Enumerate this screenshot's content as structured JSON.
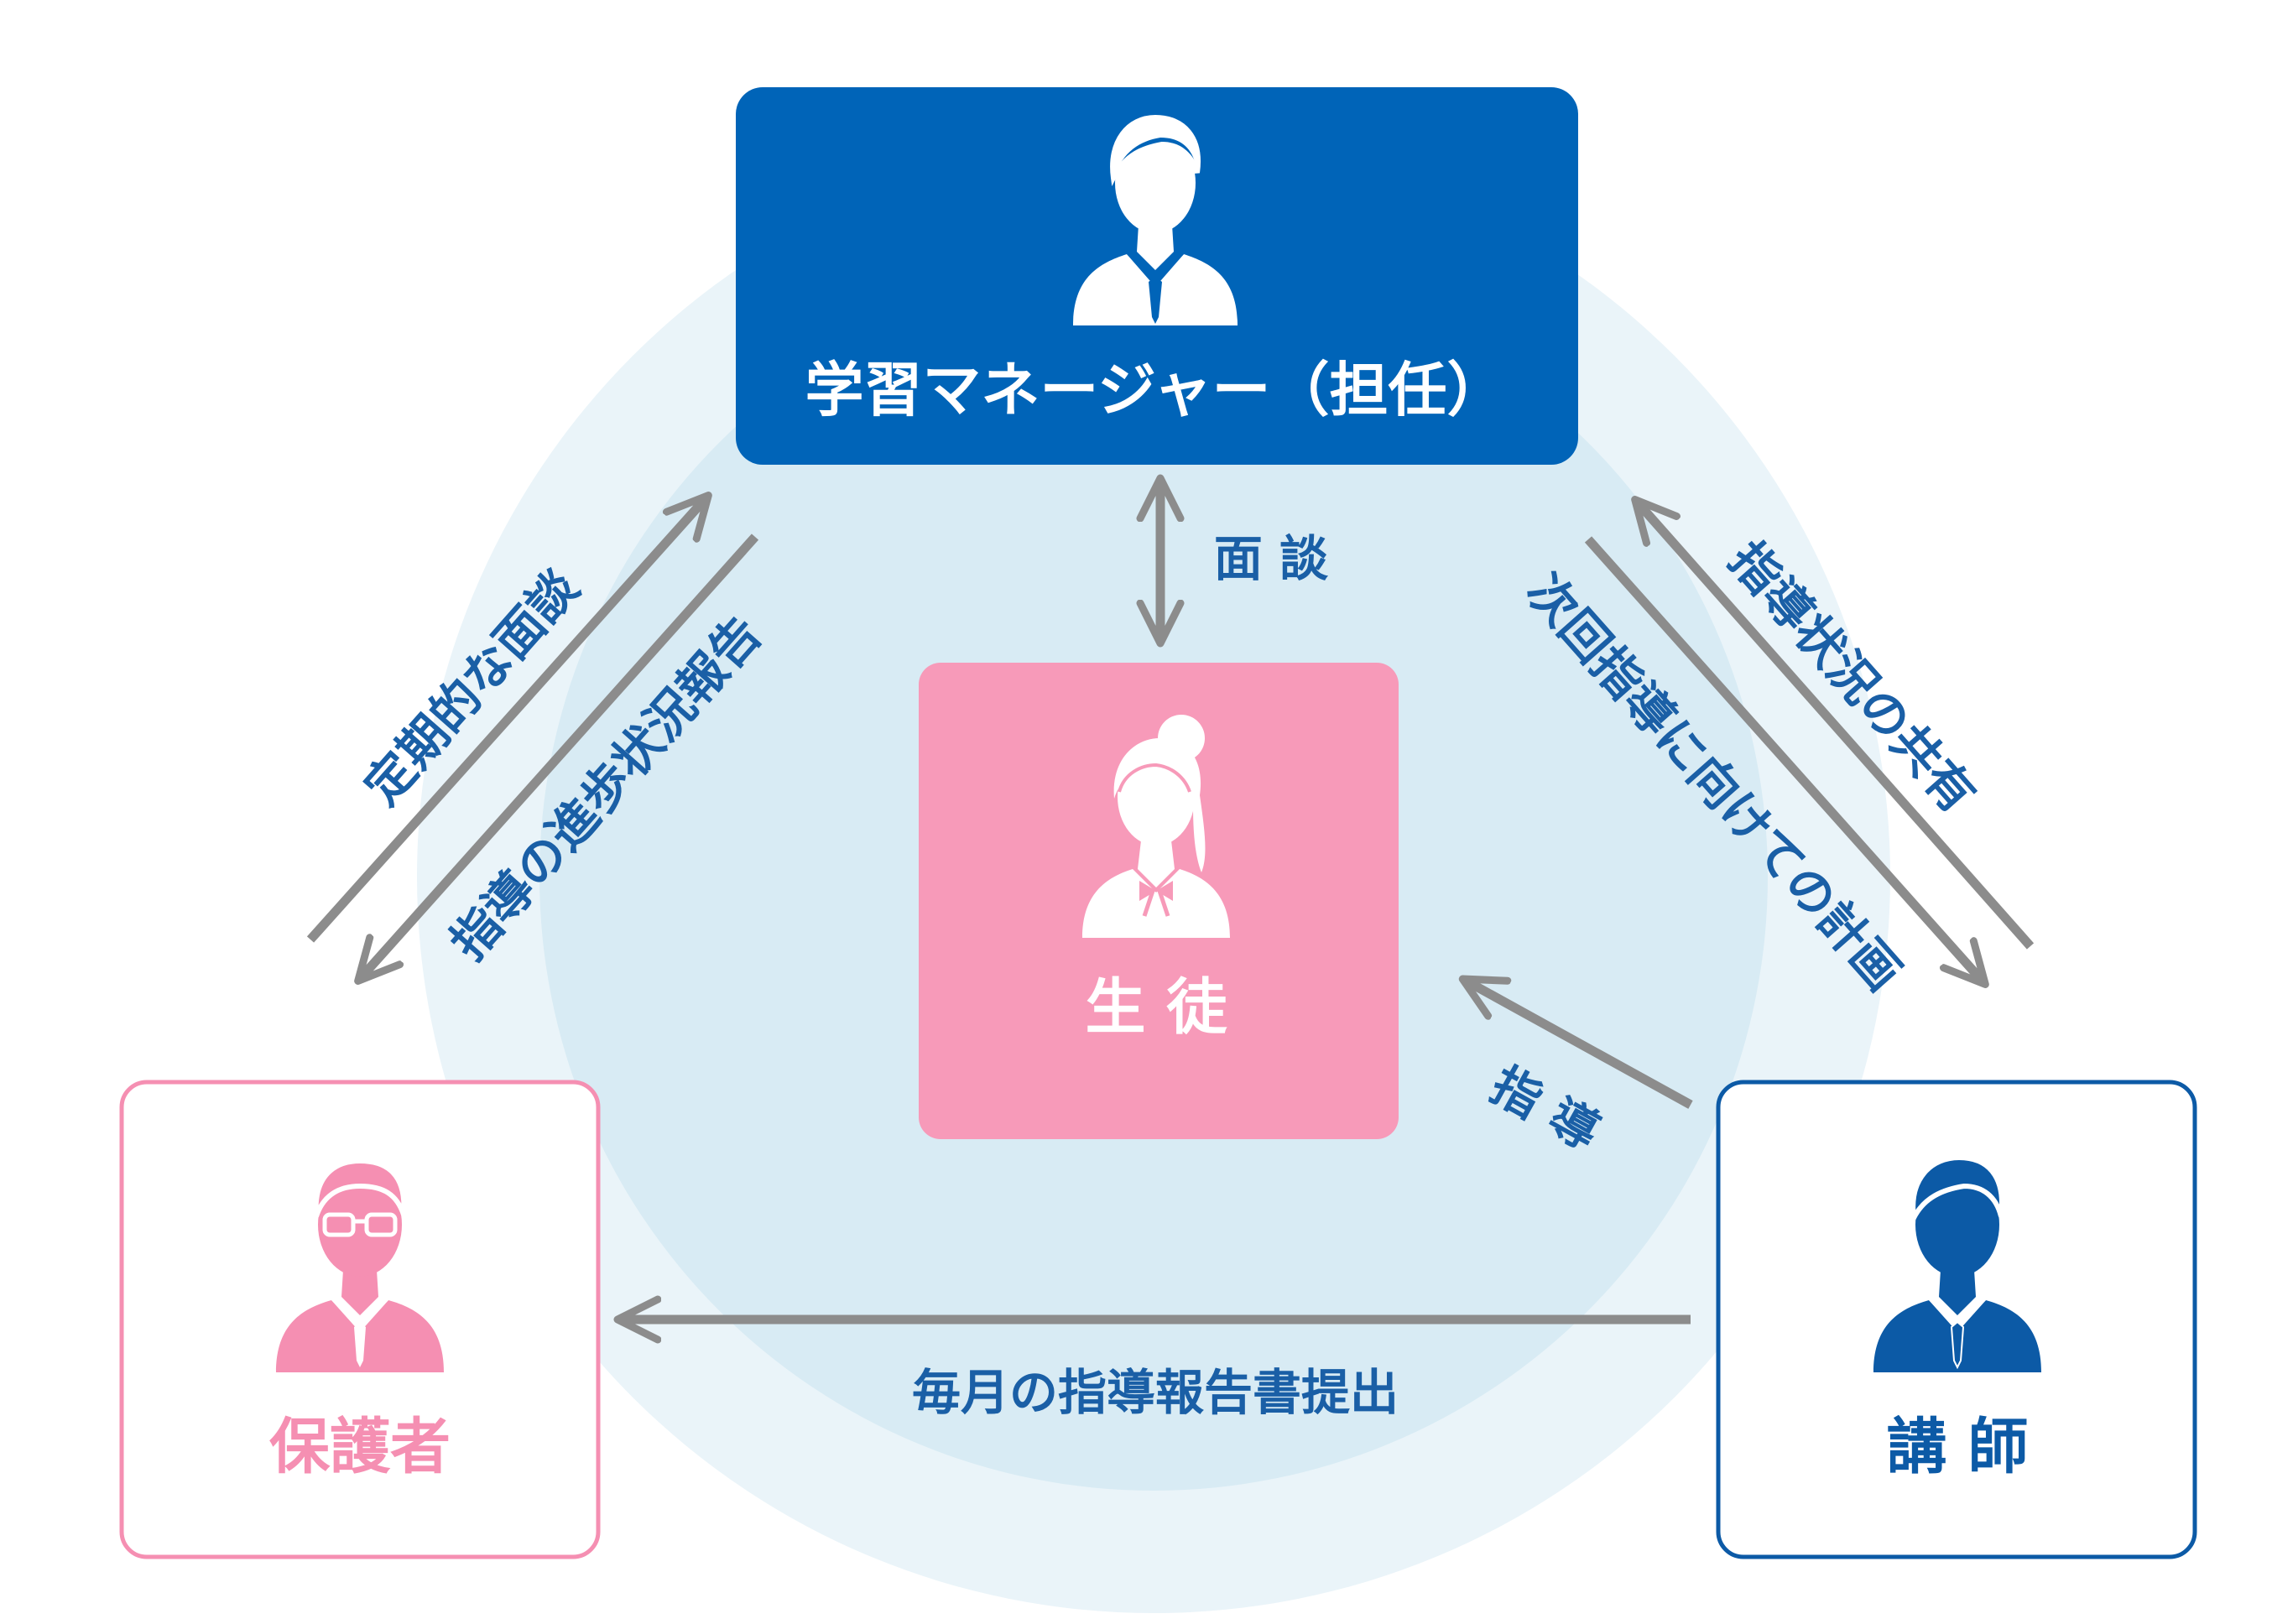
{
  "colors": {
    "manager_blue": "#0064b8",
    "student_pink": "#f79ab9",
    "guardian_pink": "#f58fb2",
    "teacher_blue": "#0c5aa6",
    "arrow_gray": "#8c8c8c",
    "edge_label_blue": "#1a5fa6",
    "circle_outer": "#eaf4f9",
    "circle_inner": "#d8ebf4"
  },
  "nodes": {
    "manager": {
      "label": "学習マネージャー（担任）",
      "icon": "businessman-icon"
    },
    "student": {
      "label": "生 徒",
      "icon": "female-student-icon"
    },
    "guardian": {
      "label": "保護者",
      "icon": "man-with-glasses-icon"
    },
    "teacher": {
      "label": "講 師",
      "icon": "businessman-icon"
    }
  },
  "edges": {
    "manager_student": "面 談",
    "guardian_to_manager": "定期的な面談",
    "manager_to_guardian": "指導の進歩状況報告",
    "manager_to_teacher": "次回指導に向けての計画",
    "teacher_to_manager": "指導状況の共有",
    "teacher_to_student": "指 導",
    "teacher_to_guardian": "毎月の指導報告書提出"
  }
}
